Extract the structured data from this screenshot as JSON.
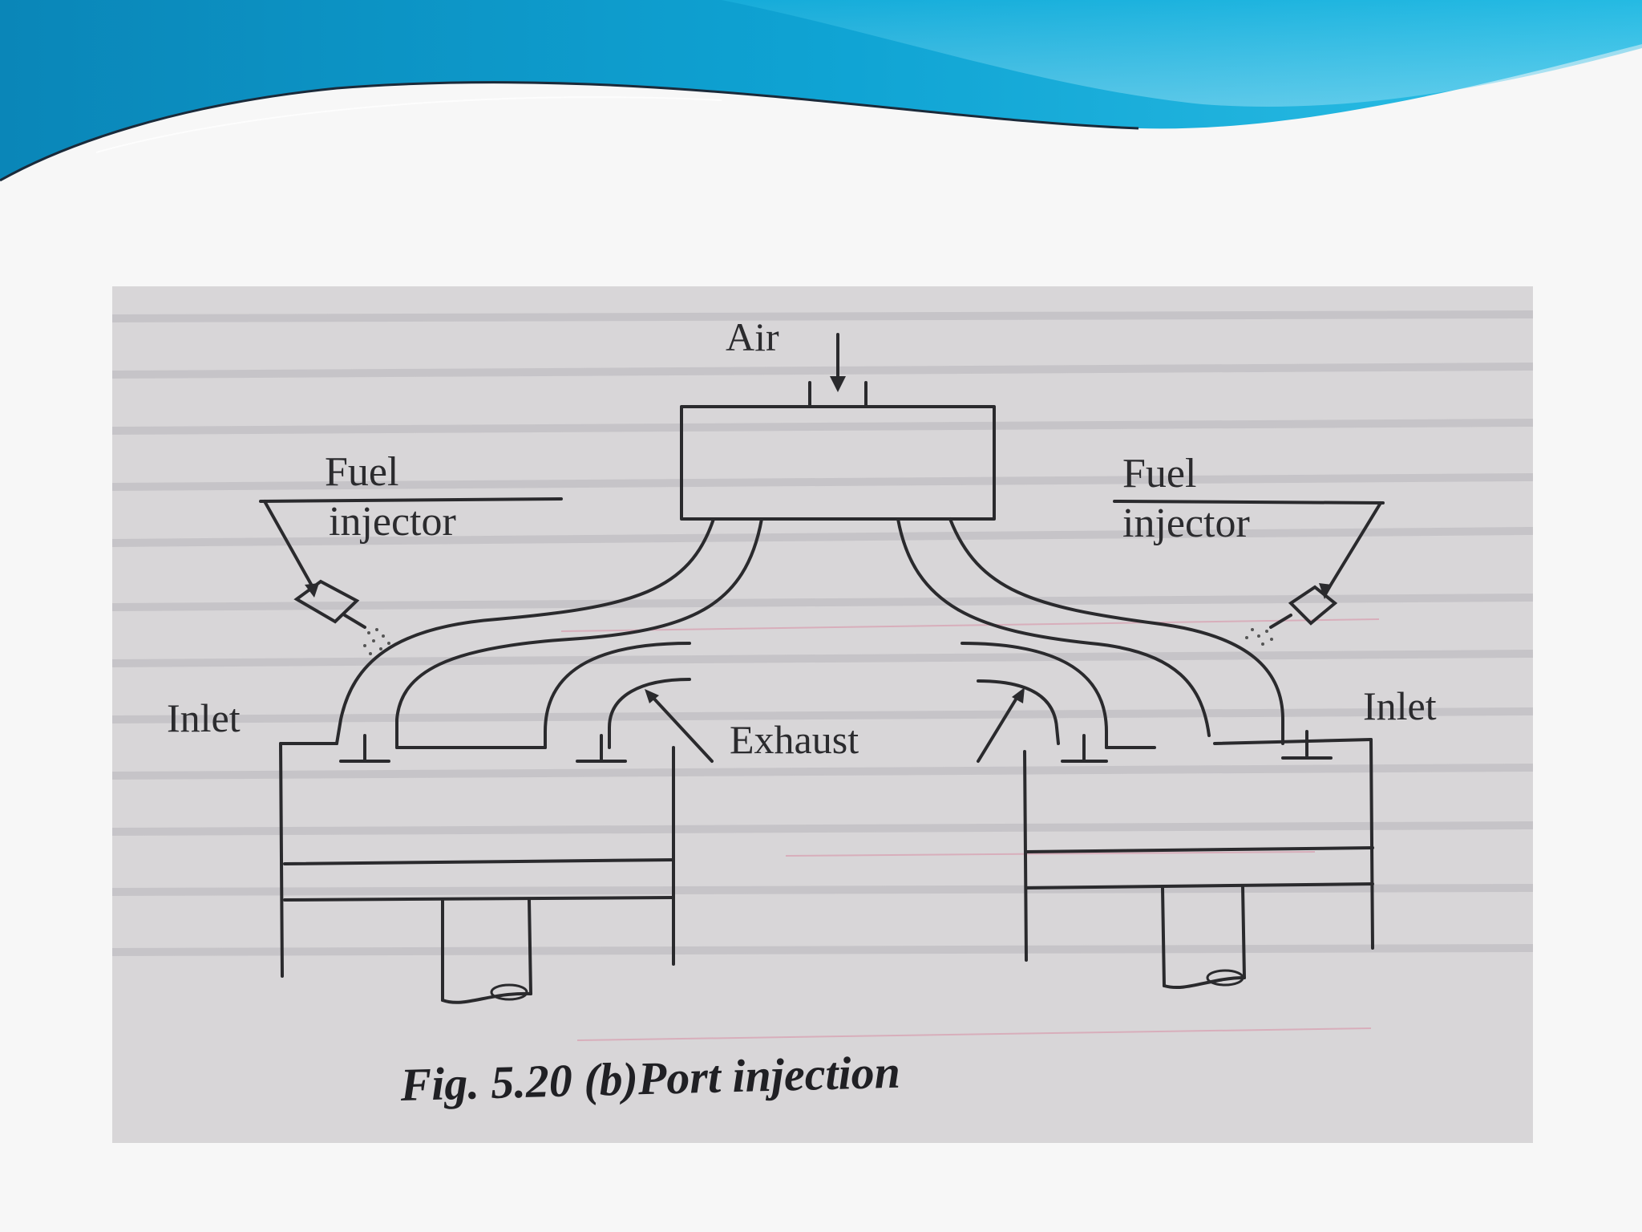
{
  "slide": {
    "theme": {
      "background": "#f7f7f7",
      "wave_dark": "#0a86b8",
      "wave_light": "#2ec0e6"
    }
  },
  "figure": {
    "labels": {
      "air": "Air",
      "fuel_left": "Fuel",
      "injector_left": "injector",
      "fuel_right": "Fuel",
      "injector_right": "injector",
      "inlet_left": "Inlet",
      "inlet_right": "Inlet",
      "exhaust": "Exhaust"
    },
    "caption": "Fig. 5.20 (b)Port injection",
    "colors": {
      "paper": "#d8d6d8",
      "ink": "#2a2a2d"
    }
  }
}
